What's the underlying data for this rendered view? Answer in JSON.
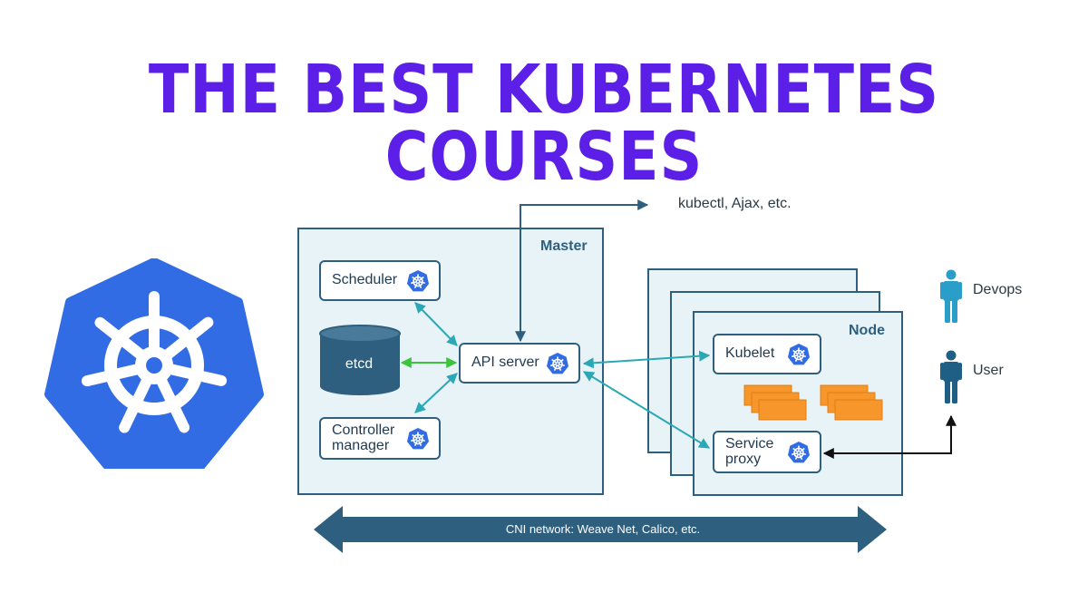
{
  "title": "THE BEST KUBERNETES COURSES",
  "diagram": {
    "master": {
      "label": "Master",
      "components": {
        "scheduler": "Scheduler",
        "etcd": "etcd",
        "api_server": "API server",
        "controller_manager_line1": "Controller",
        "controller_manager_line2": "manager"
      }
    },
    "node": {
      "label": "Node",
      "components": {
        "kubelet": "Kubelet",
        "service_proxy_line1": "Service",
        "service_proxy_line2": "proxy"
      }
    },
    "external_clients": "kubectl, Ajax, etc.",
    "actors": {
      "devops": "Devops",
      "user": "User"
    },
    "network": "CNI network: Weave Net, Calico, etc.",
    "colors": {
      "title": "#5b1fe8",
      "logo": "#326ce5",
      "panel_fill": "#e7f3f7",
      "panel_border": "#2f5f7f",
      "etcd_fill": "#2f5f7f",
      "teal_arrow": "#2aa8b5",
      "green_arrow": "#3cc43c",
      "pod_fill": "#f7962b",
      "person_devops": "#2a9ec9",
      "person_user": "#1f5f86",
      "network_bar": "#2f5f7f"
    }
  }
}
